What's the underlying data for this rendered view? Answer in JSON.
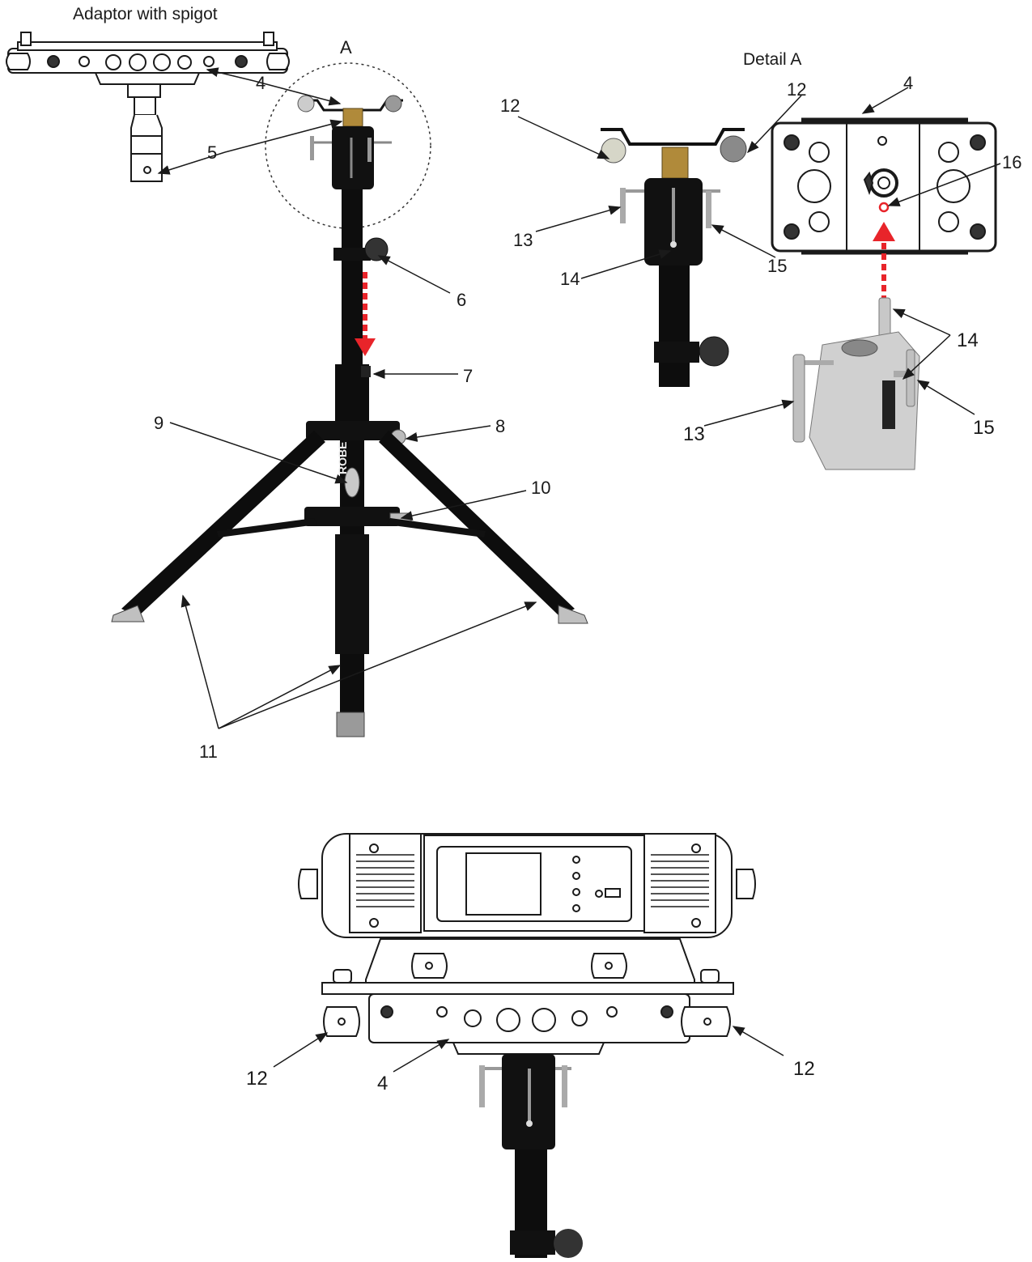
{
  "titles": {
    "adaptor": "Adaptor with spigot",
    "detail_marker": "A",
    "detail": "Detail A"
  },
  "callouts": {
    "c4_top": "4",
    "c5": "5",
    "c6": "6",
    "c7": "7",
    "c8": "8",
    "c9": "9",
    "c10": "10",
    "c11": "11",
    "c12_detail_left": "12",
    "c12_detail_right": "12",
    "c4_detail": "4",
    "c16": "16",
    "c13_detail": "13",
    "c14_detail": "14",
    "c15_detail": "15",
    "c14_clamp": "14",
    "c13_clamp": "13",
    "c15_clamp": "15",
    "c12_bottom_left": "12",
    "c4_bottom": "4",
    "c12_bottom_right": "12"
  },
  "brand_mark": "ROBE",
  "colors": {
    "line": "#1a1a1a",
    "stand": "#0d0d0d",
    "accent_arrow": "#e8242a",
    "metal": "#b8b8b8",
    "brass": "#b08a3a"
  },
  "icons": [
    "adaptor-plate-drawing",
    "tripod-stand-photo",
    "detail-circle",
    "mounting-plate-drawing",
    "clamp-photo",
    "fixture-drawing",
    "insert-arrow"
  ]
}
